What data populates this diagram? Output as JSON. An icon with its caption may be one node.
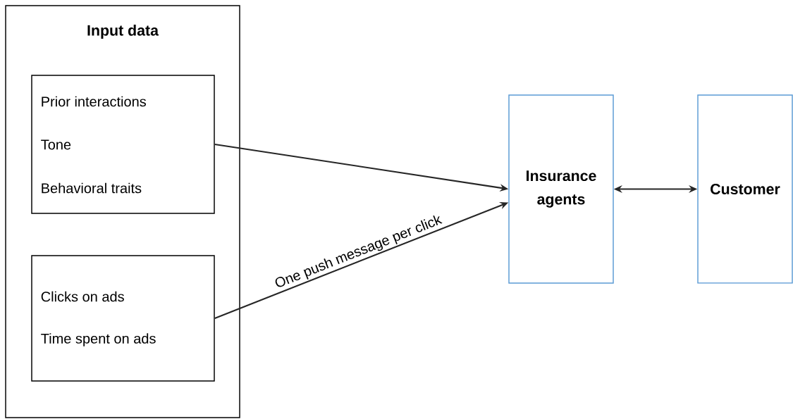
{
  "diagram": {
    "nodes": [
      {
        "text": [
          "Input data"
        ]
      },
      {
        "text": [
          "Prior interactions",
          "Tone",
          "Behavioral traits"
        ],
        "in": 0
      },
      {
        "text": [
          "Clicks on ads",
          "Time spent on ads"
        ],
        "in": 0
      },
      {
        "text": [
          "Insurance agents"
        ]
      },
      {
        "text": [
          "Customer"
        ]
      }
    ],
    "edges": [
      {
        "from": 1,
        "to": 3,
        "arrow": "to"
      },
      {
        "from": 2,
        "to": 3,
        "arrow": "to",
        "label": "One push message per click"
      },
      {
        "from": 3,
        "to": 4,
        "arrow": "both"
      }
    ]
  }
}
